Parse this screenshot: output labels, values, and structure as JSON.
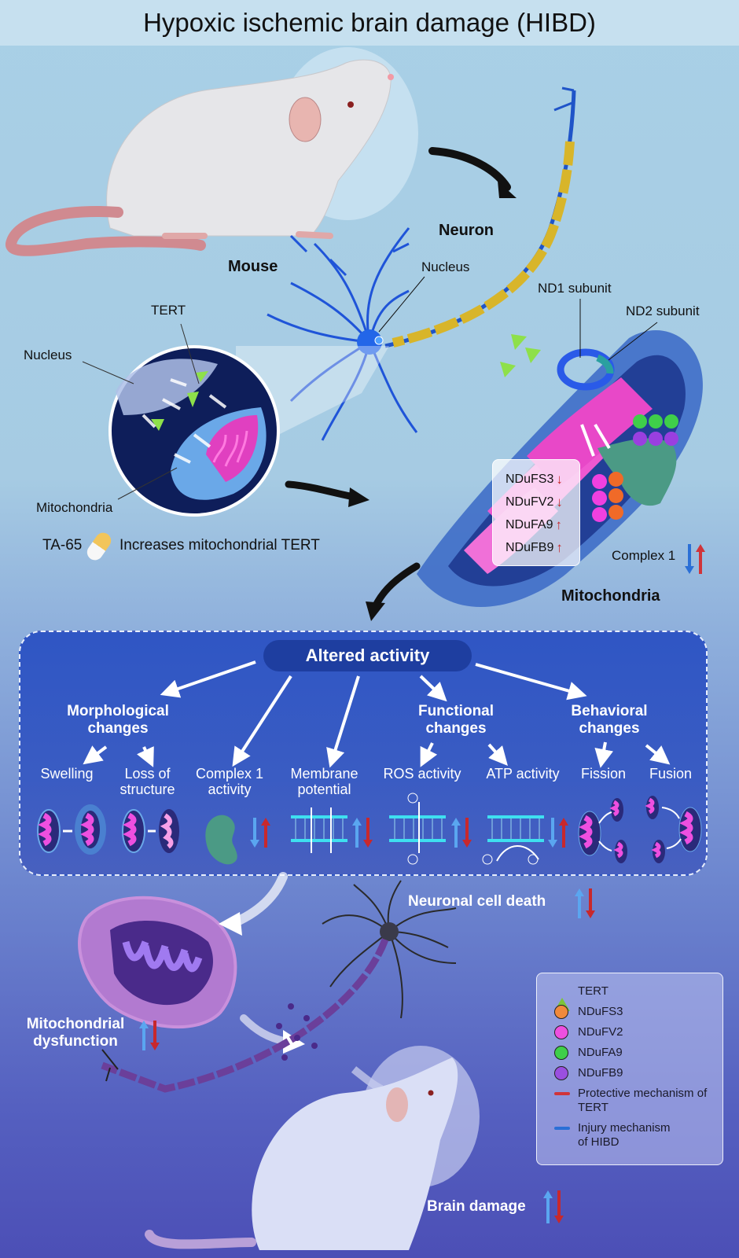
{
  "title": "Hypoxic ischemic brain damage (HIBD)",
  "top_section": {
    "mouse_label": "Mouse",
    "neuron_label": "Neuron",
    "neuron_nucleus_label": "Nucleus",
    "inset": {
      "tert_label": "TERT",
      "nucleus_label": "Nucleus",
      "mitochondria_label": "Mitochondria"
    },
    "drug": {
      "name": "TA-65",
      "effect": "Increases mitochondrial TERT"
    },
    "mitochondria_detail": {
      "nd1_label": "ND1 subunit",
      "nd2_label": "ND2 subunit",
      "title": "Mitochondria",
      "subunits": [
        {
          "name": "NDuFS3",
          "direction": "down",
          "arrow": "↓"
        },
        {
          "name": "NDuFV2",
          "direction": "down",
          "arrow": "↓"
        },
        {
          "name": "NDuFA9",
          "direction": "up",
          "arrow": "↑"
        },
        {
          "name": "NDuFB9",
          "direction": "up",
          "arrow": "↑"
        }
      ],
      "complex_label": "Complex 1"
    }
  },
  "altered_activity": {
    "title": "Altered activity",
    "groups": {
      "morphological": "Morphological changes",
      "functional": "Functional changes",
      "behavioral": "Behavioral changes"
    },
    "items": [
      {
        "label": "Swelling"
      },
      {
        "label": "Loss of structure"
      },
      {
        "label": "Complex 1 activity"
      },
      {
        "label": "Membrane potential"
      },
      {
        "label": "ROS activity"
      },
      {
        "label": "ATP activity"
      },
      {
        "label": "Fission"
      },
      {
        "label": "Fusion"
      }
    ]
  },
  "outcomes": {
    "neuronal_cell_death": "Neuronal cell death",
    "mito_dysfunction_line1": "Mitochondrial",
    "mito_dysfunction_line2": "dysfunction",
    "brain_damage": "Brain damage"
  },
  "legend": {
    "items": [
      {
        "symbol": "triangle",
        "label": "TERT",
        "color": "#7cc43a"
      },
      {
        "symbol": "circle",
        "label": "NDuFS3",
        "color": "#f08a3c"
      },
      {
        "symbol": "circle",
        "label": "NDuFV2",
        "color": "#ee4fe0"
      },
      {
        "symbol": "circle",
        "label": "NDuFA9",
        "color": "#3fcf4a"
      },
      {
        "symbol": "circle",
        "label": "NDuFB9",
        "color": "#9a4fe0"
      },
      {
        "symbol": "line",
        "label": "Protective mechanism of TERT",
        "color": "#d0343a"
      },
      {
        "symbol": "line",
        "label": "Injury mechanism of HIBD",
        "color": "#2a6fd6"
      }
    ]
  },
  "colors": {
    "protective": "#c8282c",
    "injury": "#3a8ee8",
    "activity_pill": "#1e3ea0",
    "membrane": "#3ee0f0"
  }
}
